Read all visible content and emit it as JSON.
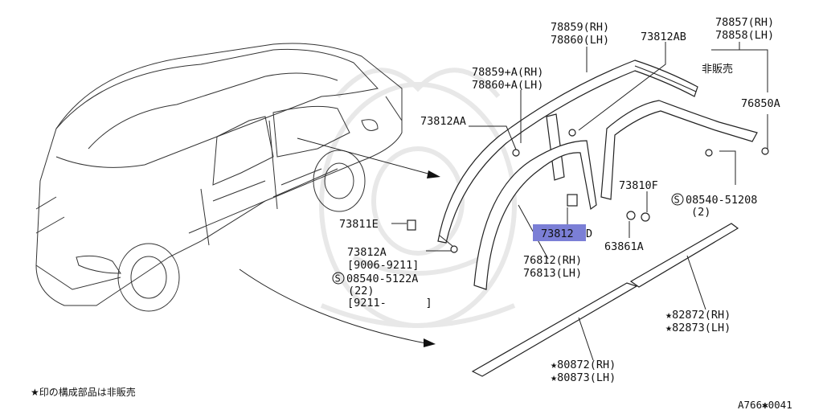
{
  "callouts": {
    "p78859_78860": [
      "78859(RH)",
      "78860(LH)"
    ],
    "p78857_78858": [
      "78857(RH)",
      "78858(LH)"
    ],
    "p73812AB": "73812AB",
    "not_for_sale": "非販売",
    "p78859A_78860A": [
      "78859+A(RH)",
      "78860+A(LH)"
    ],
    "p76850A": "76850A",
    "p73812AA": "73812AA",
    "p73810F": "73810F",
    "bolt_08540_51208": [
      "08540-51208",
      "(2)"
    ],
    "p73811E": "73811E",
    "p73812D_prefix": "73812",
    "p73812D_suffix": "D",
    "p63861A": "63861A",
    "p73812A": "73812A",
    "date_9006_9211": "[9006-9211]",
    "p76812_76813": [
      "76812(RH)",
      "76813(LH)"
    ],
    "bolt_08540_5122A": [
      "08540-5122A",
      "(22)"
    ],
    "date_9211": "[9211-      ]",
    "p82872_82873": [
      "★82872(RH)",
      "★82873(LH)"
    ],
    "p80872_80873": [
      "★80872(RH)",
      "★80873(LH)"
    ]
  },
  "footnote": "★印の構成部品は非販売",
  "figure_id": "A766✱0041",
  "colors": {
    "highlight": "#7b7fd6",
    "line": "#222222",
    "watermark": "#e8e8e8"
  }
}
